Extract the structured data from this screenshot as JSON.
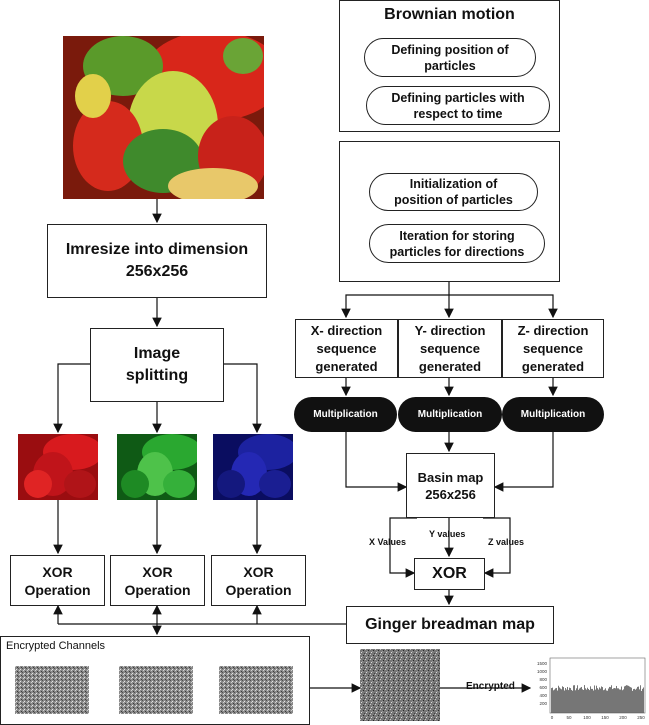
{
  "brownian": {
    "title": "Brownian motion",
    "pill1": "Defining position of particles",
    "pill2": "Defining particles with respect to time"
  },
  "init": {
    "pill1": "Initialization of position of particles",
    "pill2": "Iteration for storing particles for directions"
  },
  "resize": {
    "label": "Imresize into dimension 256x256"
  },
  "splitting": {
    "label": "Image splitting"
  },
  "directions": {
    "x": "X- direction sequence generated",
    "y": "Y- direction sequence generated",
    "z": "Z- direction sequence generated"
  },
  "multiplication": {
    "label": "Multiplication"
  },
  "basin": {
    "label": "Basin map 256x256"
  },
  "values": {
    "x": "X Values",
    "y": "Y values",
    "z": "Z values"
  },
  "xor": {
    "label": "XOR",
    "operation": "XOR Operation"
  },
  "ginger": {
    "label": "Ginger breadman map"
  },
  "encrypted": {
    "channels_title": "Encrypted Channels",
    "arrow_label": "Encrypted"
  },
  "histogram": {
    "y_ticks": [
      "1500",
      "1000",
      "800",
      "600",
      "400",
      "200"
    ],
    "x_ticks": [
      "0",
      "50",
      "100",
      "150",
      "200",
      "250"
    ]
  },
  "colors": {
    "red_channel": "#c4161c",
    "green_channel": "#1f9a2a",
    "blue_channel": "#1a1fa0",
    "black": "#111111"
  }
}
